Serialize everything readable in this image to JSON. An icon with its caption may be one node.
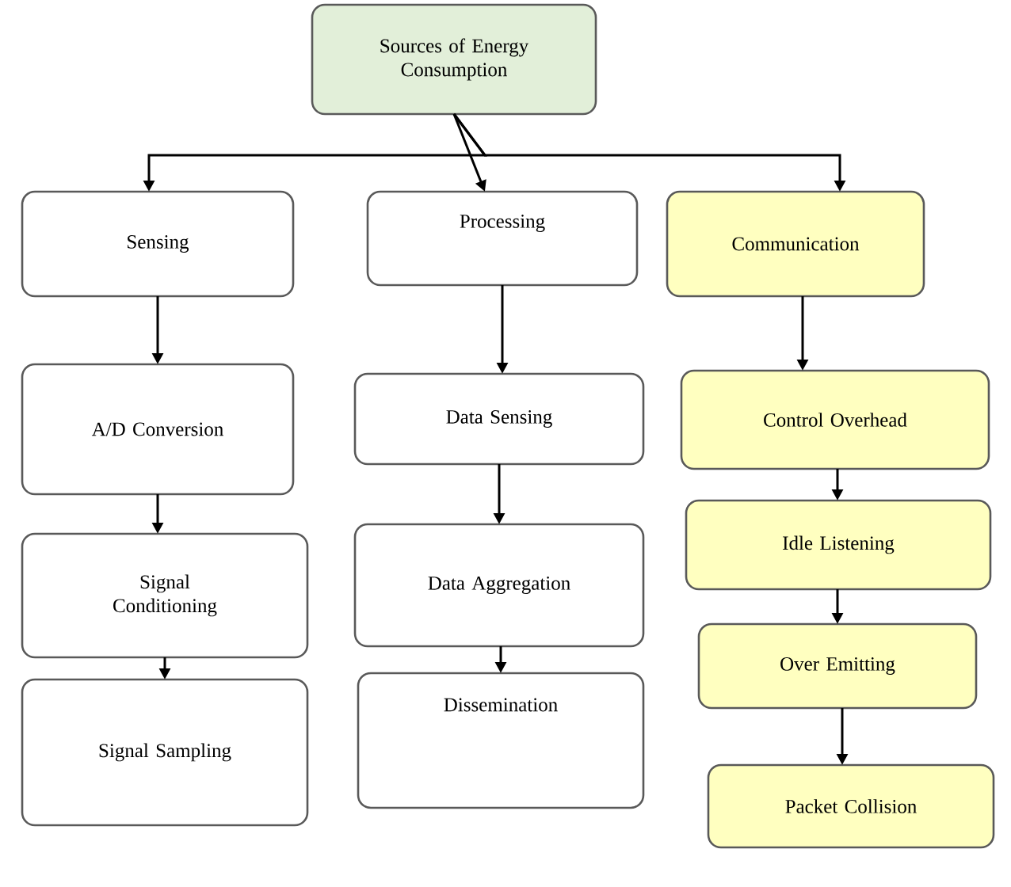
{
  "diagram": {
    "nodes": [
      {
        "text": [
          "Sources of Energy Consumption"
        ]
      },
      {
        "text": [
          "Sensing"
        ]
      },
      {
        "text": [
          "Processing"
        ]
      },
      {
        "text": [
          "Communication"
        ]
      },
      {
        "text": [
          "A/D Conversion"
        ]
      },
      {
        "text": [
          "Data Sensing"
        ]
      },
      {
        "text": [
          "Control Overhead"
        ]
      },
      {
        "text": [
          "Signal Conditioning"
        ]
      },
      {
        "text": [
          "Data Aggregation"
        ]
      },
      {
        "text": [
          "Idle Listening"
        ]
      },
      {
        "text": [
          "Signal Sampling"
        ]
      },
      {
        "text": [
          "Dissemination"
        ]
      },
      {
        "text": [
          "Over Emitting"
        ]
      },
      {
        "text": [
          "Packet Collision"
        ]
      }
    ],
    "edges": [
      {
        "from": 0,
        "to": 1,
        "arrow": "to"
      },
      {
        "from": 0,
        "to": 2,
        "arrow": "to"
      },
      {
        "from": 0,
        "to": 3,
        "arrow": "to"
      },
      {
        "from": 1,
        "to": 4,
        "arrow": "to"
      },
      {
        "from": 4,
        "to": 7,
        "arrow": "to"
      },
      {
        "from": 7,
        "to": 10,
        "arrow": "to"
      },
      {
        "from": 2,
        "to": 5,
        "arrow": "to"
      },
      {
        "from": 5,
        "to": 8,
        "arrow": "to"
      },
      {
        "from": 8,
        "to": 11,
        "arrow": "to"
      },
      {
        "from": 3,
        "to": 6,
        "arrow": "to"
      },
      {
        "from": 6,
        "to": 9,
        "arrow": "to"
      },
      {
        "from": 9,
        "to": 12,
        "arrow": "to"
      },
      {
        "from": 12,
        "to": 13,
        "arrow": "to"
      }
    ]
  }
}
